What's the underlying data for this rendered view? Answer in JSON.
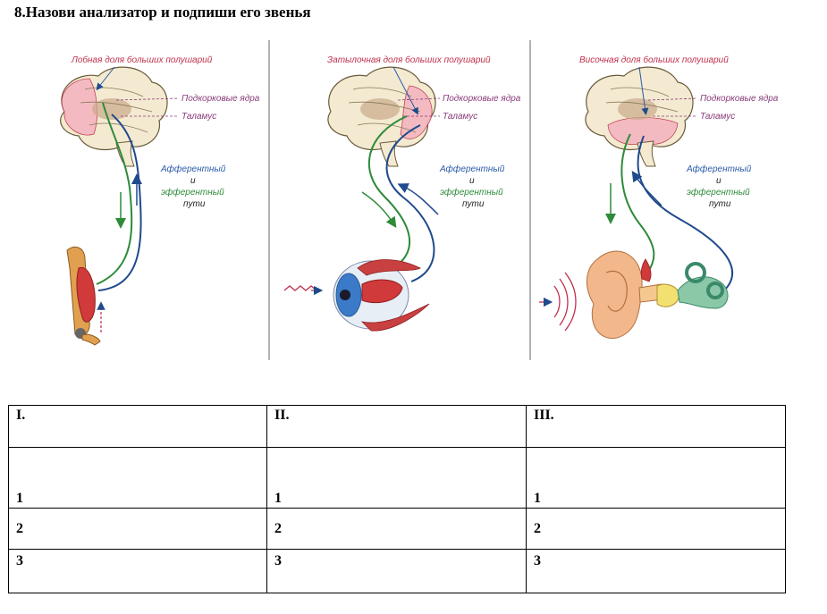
{
  "task": {
    "title": "8.Назови анализатор и подпиши его звенья"
  },
  "figures": [
    {
      "lobe_label": "Лобная доля больших полушарий",
      "subcortical_label": "Подкорковые ядра",
      "thalamus_label": "Таламус",
      "afferent": "Афферентный",
      "and": "и",
      "efferent": "эфферентный",
      "paths": "пути"
    },
    {
      "lobe_label": "Затылочная доля больших полушарий",
      "subcortical_label": "Подкорковые ядра",
      "thalamus_label": "Таламус",
      "afferent": "Афферентный",
      "and": "и",
      "efferent": "эфферентный",
      "paths": "пути"
    },
    {
      "lobe_label": "Височная доля больших полушарий",
      "subcortical_label": "Подкорковые ядра",
      "thalamus_label": "Таламус",
      "afferent": "Афферентный",
      "and": "и",
      "efferent": "эфферентный",
      "paths": "пути"
    }
  ],
  "table": {
    "headers": [
      "I.",
      "II.",
      "III."
    ],
    "rows": [
      [
        "1",
        "1",
        "1"
      ],
      [
        "2",
        "2",
        "2"
      ],
      [
        "3",
        "3",
        "3"
      ]
    ]
  },
  "colors": {
    "afferent": "#2a5aa8",
    "efferent": "#2e8b3a",
    "label": "#c0304a"
  }
}
